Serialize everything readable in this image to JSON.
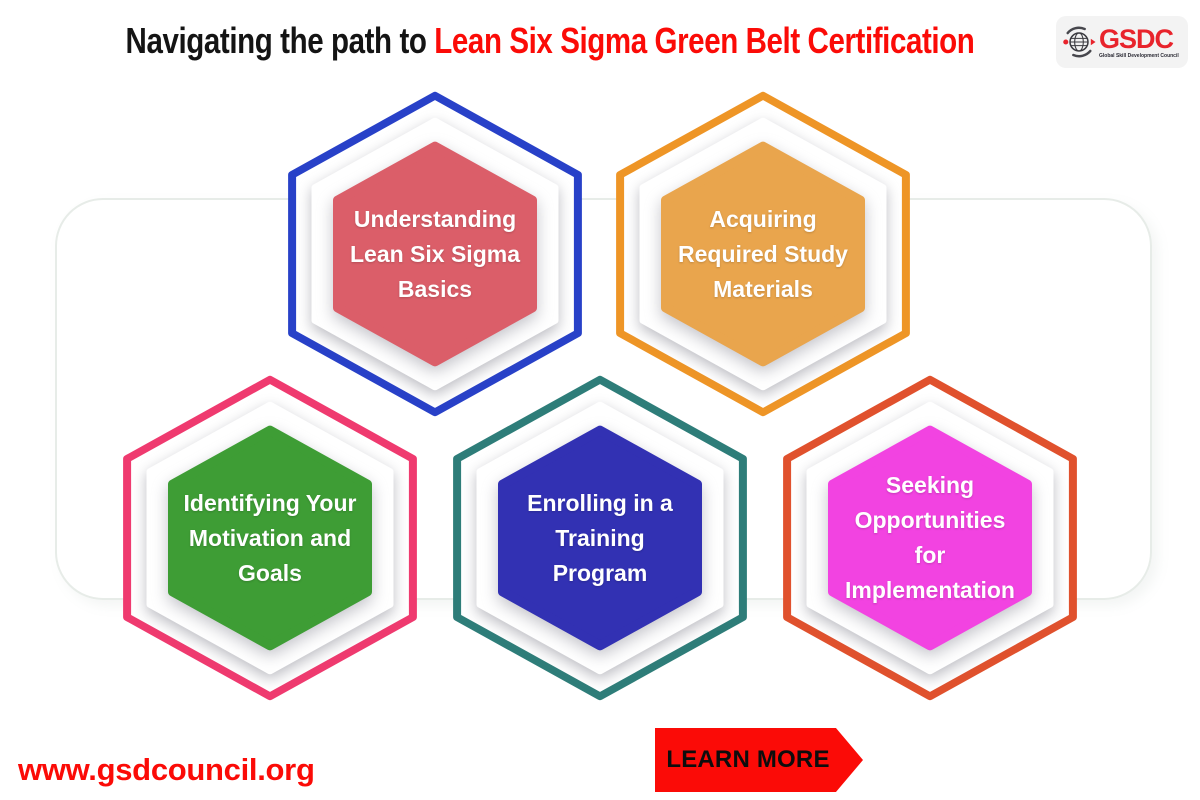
{
  "title": {
    "prefix": "Navigating the path to ",
    "highlight": "Lean Six Sigma Green Belt Certification",
    "prefix_color": "#141414",
    "highlight_color": "#fb0b07"
  },
  "logo": {
    "acronym": "GSDC",
    "tagline": "Global Skill Development Council",
    "brand_red": "#e8242c",
    "globe_icon": "globe-with-orbit-arcs"
  },
  "steps": [
    {
      "label": "Understanding Lean Six Sigma Basics",
      "lines": [
        "Understanding",
        "Lean Six Sigma",
        "Basics"
      ],
      "fill_color": "#db5e69",
      "ring_color": "#2841c8"
    },
    {
      "label": "Acquiring Required Study Materials",
      "lines": [
        "Acquiring",
        "Required Study",
        "Materials"
      ],
      "fill_color": "#e9a54d",
      "ring_color": "#ee9526"
    },
    {
      "label": "Identifying Your Motivation and Goals",
      "lines": [
        "Identifying Your",
        "Motivation and",
        "Goals"
      ],
      "fill_color": "#3e9d35",
      "ring_color": "#ef3a6f"
    },
    {
      "label": "Enrolling in a Training Program",
      "lines": [
        "Enrolling in a",
        "Training",
        "Program"
      ],
      "fill_color": "#3231b3",
      "ring_color": "#2e7d79"
    },
    {
      "label": "Seeking Opportunities for Implementation",
      "lines": [
        "Seeking",
        "Opportunities",
        "for",
        "Implementation"
      ],
      "fill_color": "#f243e1",
      "ring_color": "#e0512d"
    }
  ],
  "cta": {
    "label": "LEARN MORE",
    "bg_color": "#fb0b07",
    "text_color": "#0d0d0d"
  },
  "footer": {
    "website": "www.gsdcouncil.org",
    "color": "#fb0b07"
  }
}
